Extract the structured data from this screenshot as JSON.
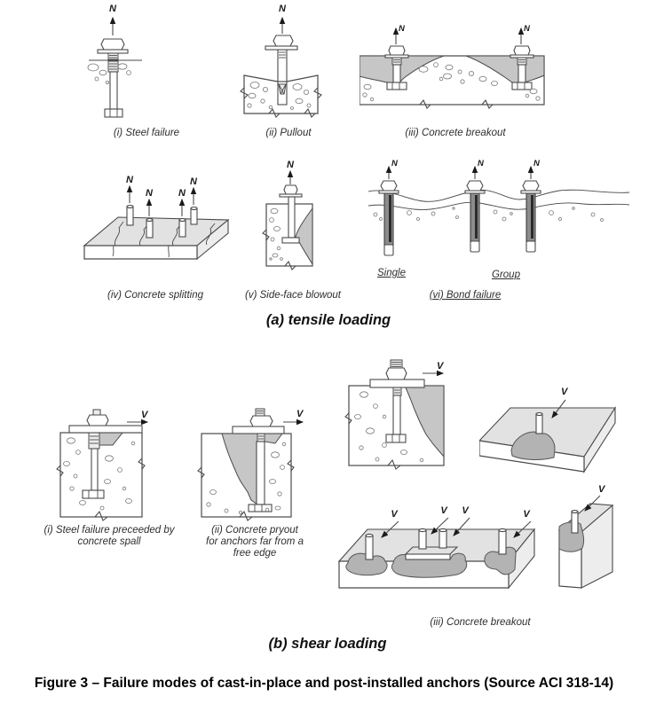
{
  "loads": {
    "tension": "N",
    "shear": "V"
  },
  "section_a": {
    "caption": "(a) tensile loading",
    "label_i": "(i) Steel failure",
    "label_ii": "(ii) Pullout",
    "label_iii": "(iii) Concrete breakout",
    "label_iv": "(iv) Concrete splitting",
    "label_v": "(v) Side-face blowout",
    "label_vi": "(vi) Bond failure",
    "single": "Single",
    "group": "Group"
  },
  "section_b": {
    "caption": "(b) shear loading",
    "label_i": "(i) Steel failure preceeded by concrete spall",
    "label_ii": "(ii) Concrete pryout for anchors far from a free edge",
    "label_iii": "(iii) Concrete breakout"
  },
  "figure_caption": "Figure 3 – Failure modes of cast-in-place and post-installed anchors (Source ACI 318-14)",
  "colors": {
    "line": "#4a4a4a",
    "breakout_gray": "#c6c6c6",
    "dark_breakout_gray": "#b3b3b3",
    "slab_top_gray": "#e2e2e2",
    "bond_shaft_gray": "#8c8c8c"
  }
}
